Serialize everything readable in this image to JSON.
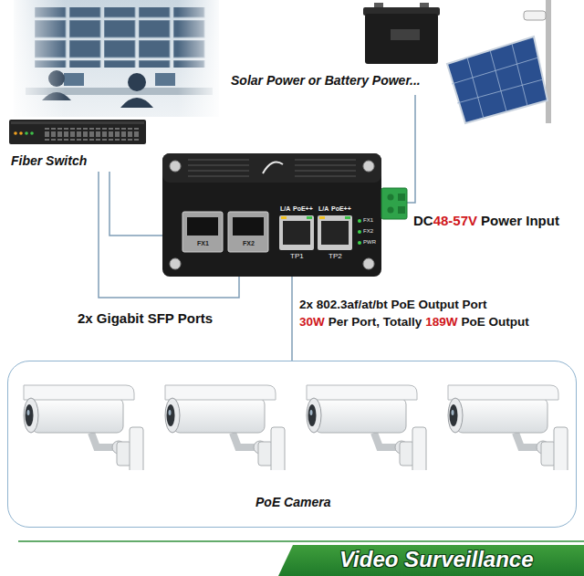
{
  "diagram": {
    "nodes": [
      {
        "text": [
          "Fiber Switch"
        ]
      },
      {
        "text": [
          "Solar Power or Battery Power..."
        ]
      },
      {
        "text": [
          "FX1",
          "FX2",
          "L/A",
          "PoE++",
          "L/A",
          "PoE++",
          "TP1",
          "TP2",
          "FX1",
          "FX2",
          "PWR"
        ]
      },
      {
        "text": [
          "PoE Camera"
        ]
      },
      {
        "text": [
          "Video Surveillance"
        ]
      }
    ],
    "edges": [
      {
        "from": 0,
        "to": 2,
        "arrow": "none"
      },
      {
        "from": 0,
        "to": 2,
        "arrow": "none"
      },
      {
        "from": 1,
        "to": 2,
        "arrow": "none"
      },
      {
        "from": 2,
        "to": 3,
        "arrow": "none"
      }
    ],
    "labels": [
      "DC",
      "48-57V",
      "Power Input",
      "2x Gigabit SFP Ports",
      "2x 802.3af/at/bt PoE Output Port",
      "30W",
      "Per Port, Totally",
      "189W",
      "PoE Output"
    ]
  }
}
